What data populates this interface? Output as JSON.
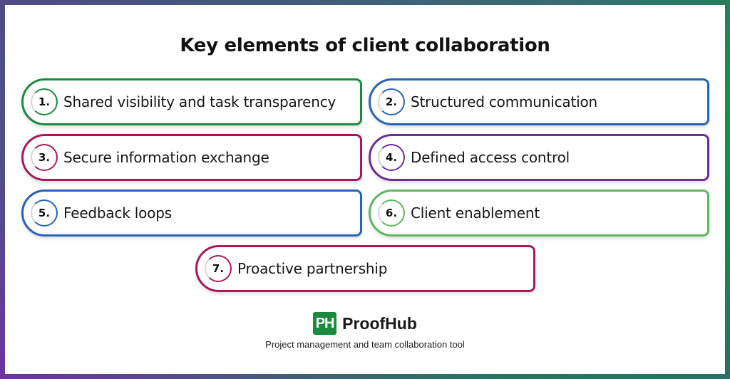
{
  "title": "Key elements of client collaboration",
  "colors": {
    "green_dark": "#1a8a3c",
    "blue": "#2563b8",
    "crimson": "#a8195a",
    "purple": "#6a2e98",
    "green_light": "#5cb85c",
    "logo_green": "#1c8a3e"
  },
  "elements": [
    {
      "number": "1.",
      "label": "Shared visibility and task transparency",
      "color": "#1a8a3c"
    },
    {
      "number": "2.",
      "label": "Structured communication",
      "color": "#2563b8"
    },
    {
      "number": "3.",
      "label": "Secure information exchange",
      "color": "#a8195a"
    },
    {
      "number": "4.",
      "label": "Defined access control",
      "color": "#6a2e98"
    },
    {
      "number": "5.",
      "label": "Feedback loops",
      "color": "#2563b8"
    },
    {
      "number": "6.",
      "label": "Client enablement",
      "color": "#5cb85c"
    },
    {
      "number": "7.",
      "label": "Proactive partnership",
      "color": "#a8195a"
    }
  ],
  "brand": {
    "logo_mark": "PH",
    "name": "ProofHub",
    "tagline": "Project management and team collaboration tool"
  }
}
